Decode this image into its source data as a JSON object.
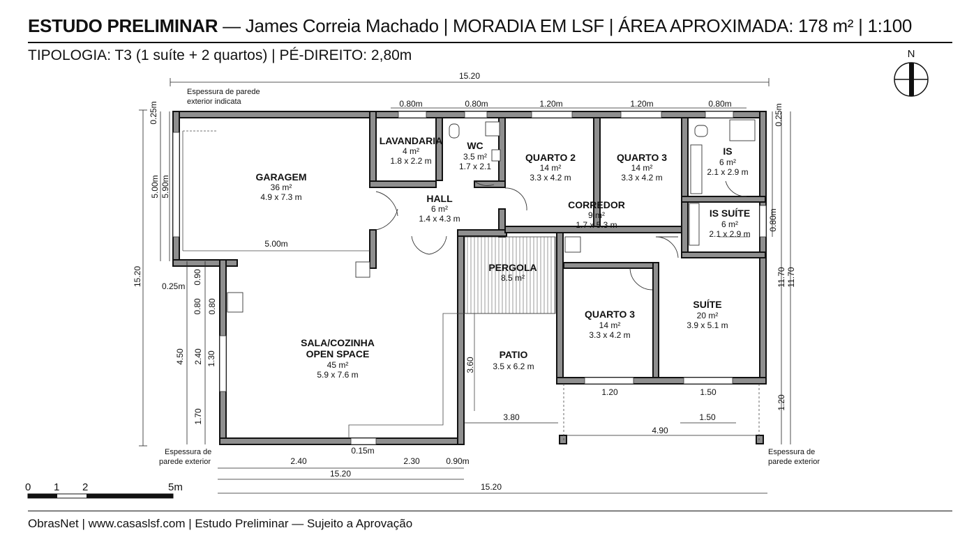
{
  "header": {
    "title_bold": "ESTUDO PRELIMINAR",
    "title_rest": " — James Correia Machado | MORADIA EM LSF | ÁREA APROXIMADA: 178 m² | 1:100",
    "subtitle": "TIPOLOGIA: T3 (1 suíte + 2 quartos) | PÉ-DIREITO: 2,80m"
  },
  "compass": {
    "label": "N"
  },
  "rooms": {
    "garagem": {
      "name": "GARAGEM",
      "area": "36 m²",
      "dims": "4.9 x 7.3 m"
    },
    "lavandaria": {
      "name": "LAVANDARIA",
      "area": "4 m²",
      "dims": "1.8 x 2.2 m"
    },
    "wc": {
      "name": "WC",
      "area": "3.5 m²",
      "dims": "1.7 x 2.1"
    },
    "quarto2": {
      "name": "QUARTO 2",
      "area": "14 m²",
      "dims": "3.3 x 4.2 m"
    },
    "quarto3a": {
      "name": "QUARTO 3",
      "area": "14 m²",
      "dims": "3.3 x 4.2 m"
    },
    "is": {
      "name": "IS",
      "area": "6 m²",
      "dims": "2.1 x 2.9 m"
    },
    "hall": {
      "name": "HALL",
      "area": "6 m²",
      "dims": "1.4 x 4.3 m"
    },
    "corredor": {
      "name": "CORREDOR",
      "area": "9 m²",
      "dims": "1.7 x 5.3 m"
    },
    "is_suite": {
      "name": "IS SUÍTE",
      "area": "6 m²",
      "dims": "2.1 x 2.9 m"
    },
    "pergola": {
      "name": "PERGOLA",
      "area": "8.5 m²"
    },
    "quarto3b": {
      "name": "QUARTO 3",
      "area": "14 m²",
      "dims": "3.3 x 4.2 m"
    },
    "suite": {
      "name": "SUÍTE",
      "area": "20 m²",
      "dims": "3.9 x 5.1 m"
    },
    "sala": {
      "name1": "SALA/COZINHA",
      "name2": "OPEN SPACE",
      "area": "45 m²",
      "dims": "5.9 x 7.6 m"
    },
    "patio": {
      "name": "PATIO",
      "dims": "3.5 x 6.2 m"
    }
  },
  "dimensions": {
    "top_total": "15.20",
    "win_1": "0.80m",
    "win_2": "0.80m",
    "win_3": "1.20m",
    "win_4": "1.20m",
    "win_5": "0.80m",
    "left_wall_top": "0.25m",
    "garage_height_outer": "5.00m",
    "garage_height_inner": "5.90m",
    "garage_width": "5.00m",
    "left_total": "15.20",
    "left_0_90": "0.90",
    "left_0_25": "0.25m",
    "left_0_80_a": "0.80",
    "left_0_80_b": "0.80",
    "left_4_50": "4.50",
    "left_2_40": "2.40",
    "left_1_30": "1.30",
    "left_1_70": "1.70",
    "patio_3_60": "3.60",
    "patio_3_80": "3.80",
    "bottom_0_15": "0.15m",
    "bottom_2_40": "2.40",
    "bottom_2_30": "2.30",
    "bottom_0_90": "0.90m",
    "bottom_15_20_a": "15.20",
    "bottom_15_20_b": "15.20",
    "bottom_1_20": "1.20",
    "bottom_1_50_a": "1.50",
    "bottom_1_50_b": "1.50",
    "bottom_4_90": "4.90",
    "right_0_25": "0.25m",
    "right_0_80": "0.80m",
    "right_11_70_a": "11.70",
    "right_11_70_b": "11.70",
    "right_1_20": "1.20"
  },
  "notes": {
    "wall_top_1": "Espessura de parede",
    "wall_top_2": "exterior indicata",
    "wall_bl_1": "Espessura de",
    "wall_bl_2": "parede exterior",
    "wall_br_1": "Espessura de",
    "wall_br_2": "parede exterior"
  },
  "scale_bar": {
    "l0": "0",
    "l1": "1",
    "l2": "2",
    "l5": "5m"
  },
  "footer": "ObrasNet | www.casaslsf.com | Estudo Preliminar — Sujeito a Aprovação"
}
